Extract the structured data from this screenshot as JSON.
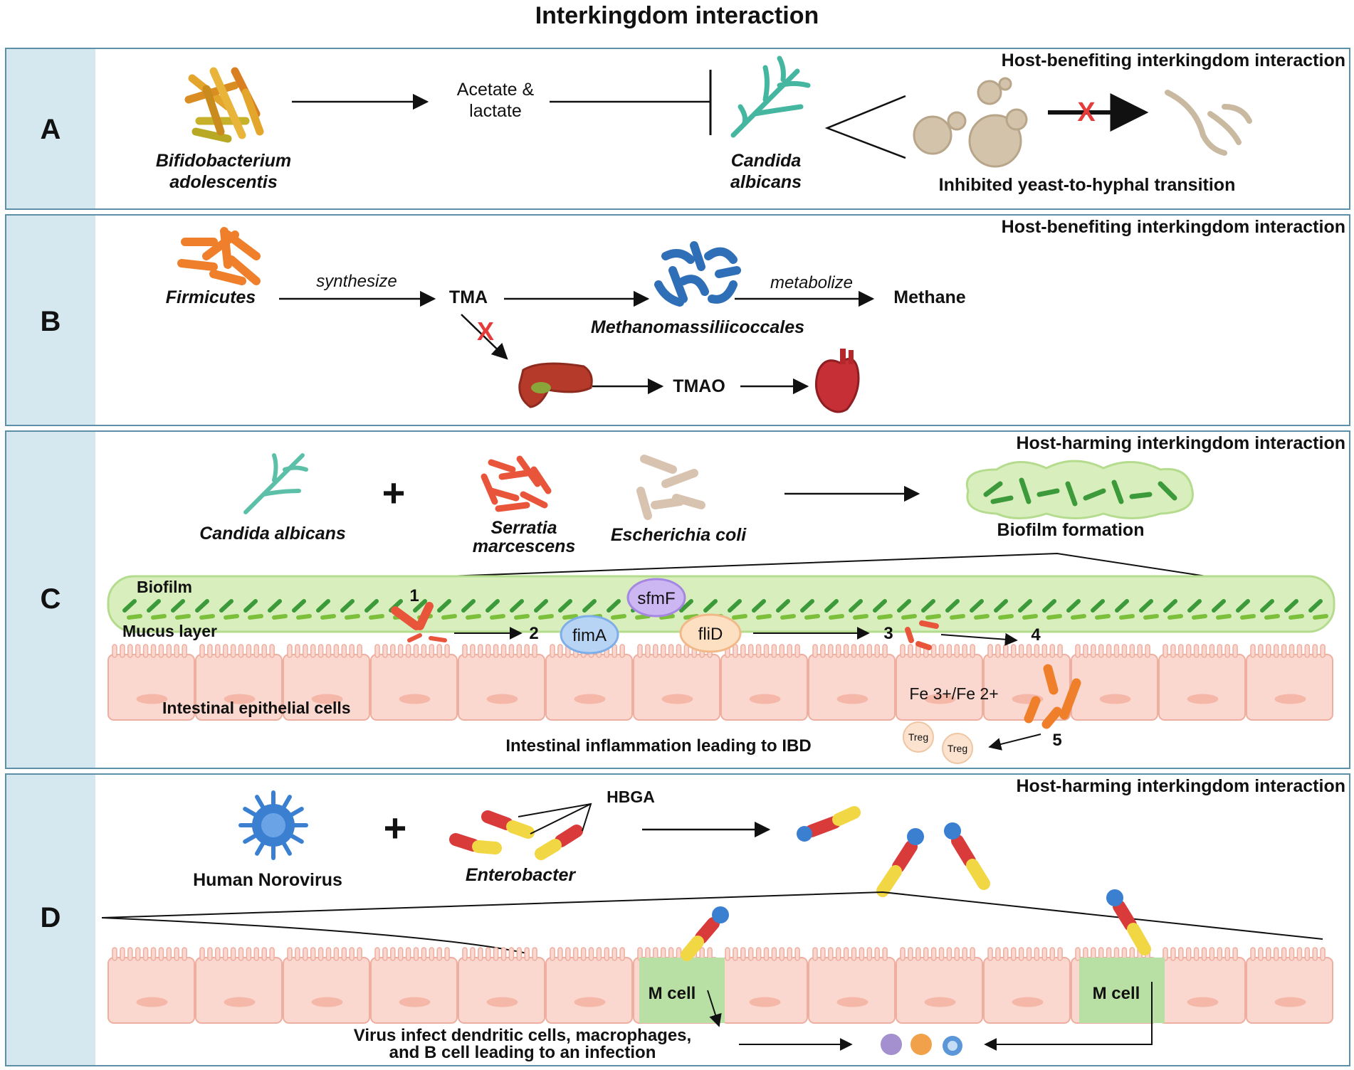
{
  "title": "Interkingdom interaction",
  "panels": {
    "A": {
      "letter": "A",
      "header": "Host-benefiting interkingdom interaction",
      "org1_line1": "Bifidobacterium",
      "org1_line2": "adolescentis",
      "metab_line1": "Acetate &",
      "metab_line2": "lactate",
      "org2_line1": "Candida",
      "org2_line2": "albicans",
      "outcome": "Inhibited yeast-to-hyphal transition"
    },
    "B": {
      "letter": "B",
      "header": "Host-benefiting interkingdom interaction",
      "org1": "Firmicutes",
      "verb1": "synthesize",
      "product": "TMA",
      "org2": "Methanomassiliicoccales",
      "verb2": "metabolize",
      "end_product": "Methane",
      "tmao": "TMAO"
    },
    "C": {
      "letter": "C",
      "header": "Host-harming interkingdom interaction",
      "org1": "Candida albicans",
      "org2_line1": "Serratia",
      "org2_line2": "marcescens",
      "org3": "Escherichia coli",
      "result": "Biofilm formation",
      "biofilm": "Biofilm",
      "mucus": "Mucus layer",
      "epithelium": "Intestinal epithelial cells",
      "gene1": "sfmF",
      "gene2": "fimA",
      "gene3": "fliD",
      "iron": "Fe 3+/Fe 2+",
      "outcome": "Intestinal inflammation leading to IBD",
      "treg1": "Treg",
      "treg2": "Treg",
      "steps": [
        "1",
        "2",
        "3",
        "4",
        "5"
      ]
    },
    "D": {
      "letter": "D",
      "header": "Host-harming interkingdom interaction",
      "org1": "Human Norovirus",
      "org2": "Enterobacter",
      "hbga": "HBGA",
      "mcell1": "M cell",
      "mcell2": "M cell",
      "outcome_line1": "Virus infect dendritic cells, macrophages,",
      "outcome_line2": "and B cell leading to an infection"
    }
  },
  "colors": {
    "letter_strip": "#d5e8ef",
    "panel_border": "#5d8fa8",
    "biofilm_fill": "#d8efbd",
    "biofilm_bacteria": "#3d9a3a",
    "epithelium_fill": "#fbd8cf",
    "epithelium_stroke": "#eeaea0",
    "mcell_fill": "#b9e0a4",
    "serratia": "#e8553a",
    "firmicutes": "#ef7f2a",
    "methanogen": "#2f6fb8",
    "bifidobacterium": "#e3a52b",
    "candida": "#45b6a0",
    "norovirus": "#3a7fd0",
    "enterobacter_red": "#d93a3a",
    "enterobacter_yellow": "#f2d744",
    "block_x": "#e53b3b"
  },
  "icons": [
    "bacteria-cluster-icon",
    "candida-hyphae-icon",
    "yeast-cell-icon",
    "hyphae-icon",
    "liver-icon",
    "heart-icon",
    "biofilm-icon",
    "virus-icon",
    "immune-cells-icon",
    "plus-icon",
    "block-x-icon"
  ]
}
